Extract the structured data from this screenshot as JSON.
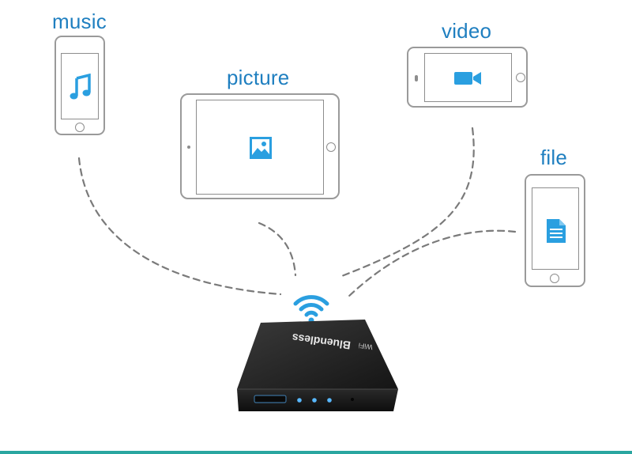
{
  "labels": {
    "music": "music",
    "picture": "picture",
    "video": "video",
    "file": "file"
  },
  "device": {
    "brand": "Bluendless",
    "brand_sub": "WiFi"
  },
  "colors": {
    "accent_blue": "#2a9fe0",
    "label_blue": "#1f7fc0",
    "dash_gray": "#7a7a7a",
    "teal_line": "#2aa6a0",
    "device_black": "#1e1e1e"
  },
  "icons": [
    "music-note-icon",
    "picture-icon",
    "video-camera-icon",
    "document-icon",
    "wifi-icon"
  ]
}
